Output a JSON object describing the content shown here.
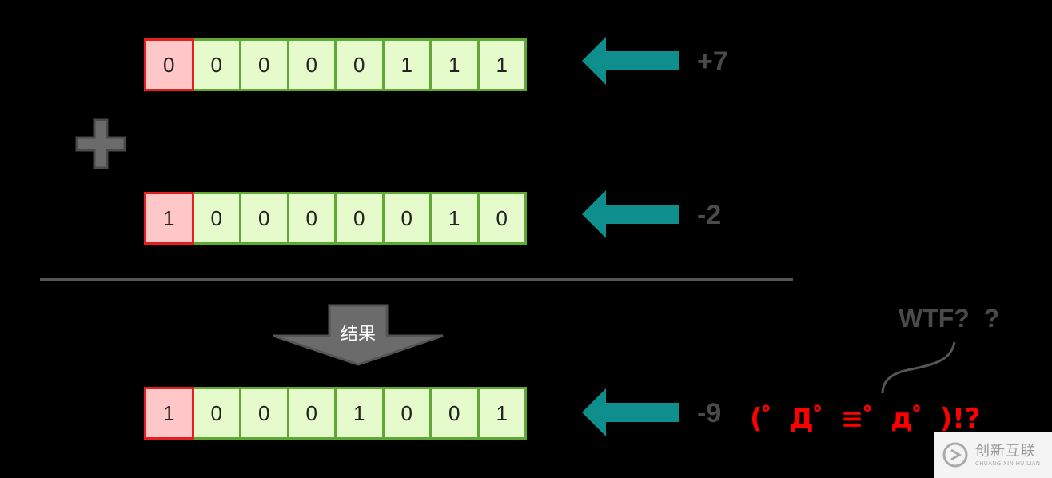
{
  "rows": [
    {
      "bits": [
        "0",
        "0",
        "0",
        "0",
        "0",
        "1",
        "1",
        "1"
      ],
      "value": "+7"
    },
    {
      "bits": [
        "1",
        "0",
        "0",
        "0",
        "0",
        "0",
        "1",
        "0"
      ],
      "value": "-2"
    },
    {
      "bits": [
        "1",
        "0",
        "0",
        "0",
        "1",
        "0",
        "0",
        "1"
      ],
      "value": "-9"
    }
  ],
  "result_label": "结果",
  "wtf_text": "WTF?  ?",
  "face_text": "(゜Д゜≡゜д゜)!?",
  "logo": {
    "name": "创新互联",
    "sub": "CHUANG XIN HU LIAN"
  },
  "colors": {
    "sign_fill": "#ffc7c7",
    "sign_border": "#e22020",
    "bit_fill": "#e5fbcc",
    "bit_border": "#5fa833",
    "arrow": "#0f8e8e",
    "value_text": "#4a4a4a",
    "face": "#ff0000"
  },
  "icons": {
    "operator": "plus-icon",
    "result": "down-arrow-icon",
    "pointer": "left-arrow-icon"
  }
}
